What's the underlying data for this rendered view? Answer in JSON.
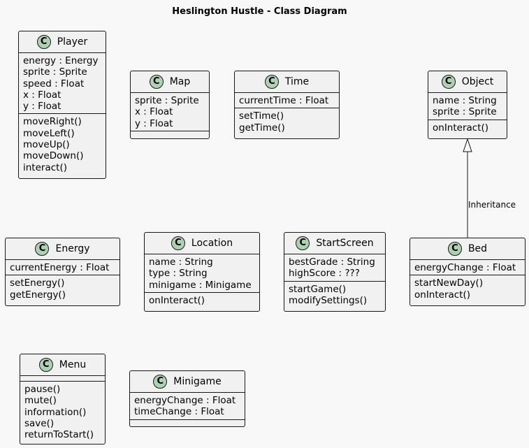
{
  "diagram": {
    "title": "Heslington Hustle - Class Diagram",
    "class_badge": "C",
    "classes": {
      "player": {
        "name": "Player",
        "fields": [
          "energy : Energy",
          "sprite : Sprite",
          "speed : Float",
          "x : Float",
          "y : Float"
        ],
        "methods": [
          "moveRight()",
          "moveLeft()",
          "moveUp()",
          "moveDown()",
          "interact()"
        ]
      },
      "map": {
        "name": "Map",
        "fields": [
          "sprite : Sprite",
          "x : Float",
          "y : Float"
        ],
        "methods": []
      },
      "time": {
        "name": "Time",
        "fields": [
          "currentTime : Float"
        ],
        "methods": [
          "setTime()",
          "getTime()"
        ]
      },
      "object": {
        "name": "Object",
        "fields": [
          "name : String",
          "sprite : Sprite"
        ],
        "methods": [
          "onInteract()"
        ]
      },
      "energy": {
        "name": "Energy",
        "fields": [
          "currentEnergy : Float"
        ],
        "methods": [
          "setEnergy()",
          "getEnergy()"
        ]
      },
      "location": {
        "name": "Location",
        "fields": [
          "name : String",
          "type : String",
          "minigame : Minigame"
        ],
        "methods": [
          "onInteract()"
        ]
      },
      "startscreen": {
        "name": "StartScreen",
        "fields": [
          "bestGrade : String",
          "highScore : ???"
        ],
        "methods": [
          "startGame()",
          "modifySettings()"
        ]
      },
      "bed": {
        "name": "Bed",
        "fields": [
          "energyChange : Float"
        ],
        "methods": [
          "startNewDay()",
          "onInteract()"
        ]
      },
      "menu": {
        "name": "Menu",
        "fields": [],
        "methods": [
          "pause()",
          "mute()",
          "information()",
          "save()",
          "returnToStart()"
        ]
      },
      "minigame": {
        "name": "Minigame",
        "fields": [
          "energyChange : Float",
          "timeChange : Float"
        ],
        "methods": []
      }
    },
    "relations": [
      {
        "from": "Bed",
        "to": "Object",
        "type": "inheritance",
        "label": "Inheritance"
      }
    ]
  }
}
